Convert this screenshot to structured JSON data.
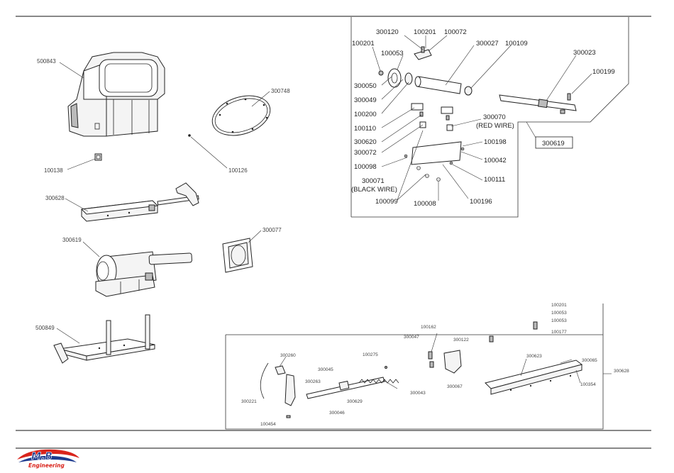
{
  "overview_labels": {
    "housing": "500843",
    "gasket": "300748",
    "screw_small": "100126",
    "clip": "100138",
    "rail_assy": "300628",
    "motor_assy": "300619",
    "cup": "300077",
    "base_plate": "500849"
  },
  "motor_detail": {
    "labels": {
      "a300120": "300120",
      "a100201_top": "100201",
      "a100072_top": "100072",
      "a100201_left": "100201",
      "a100053": "100053",
      "a300027": "300027",
      "a100109": "100109",
      "a300023": "300023",
      "a100199": "100199",
      "a300050": "300050",
      "a300049": "300049",
      "a100200": "100200",
      "a100110": "100110",
      "a300620": "300620",
      "a300072": "300072",
      "a100098": "100098",
      "a300071": "300071",
      "black_wire": "(BLACK WIRE)",
      "a100099": "100099",
      "a100008": "100008",
      "a100196": "100196",
      "a100111": "100111",
      "a100042": "100042",
      "a100198": "100198",
      "a300070": "300070",
      "red_wire": "(RED WIRE)"
    },
    "reference_box": "300619"
  },
  "rail_detail": {
    "labels": {
      "a100201": "100201",
      "a100053a": "100053",
      "a100053b": "100053",
      "a100177": "100177",
      "a100162": "100162",
      "a300047": "300047",
      "a300122": "300122",
      "a100275": "100275",
      "a300260": "300260",
      "a300045": "300045",
      "a300263": "300263",
      "a300623": "300623",
      "a300065": "300065",
      "a300628": "300628",
      "a300067": "300067",
      "a300043": "300043",
      "a100354": "100354",
      "a300221": "300221",
      "a300629": "300629",
      "a300046": "300046",
      "a100454": "100454"
    }
  },
  "logo": {
    "top": "M.B",
    "bottom": "Engineering",
    "colors": {
      "red": "#d9241c",
      "blue": "#1d3b8f"
    }
  }
}
